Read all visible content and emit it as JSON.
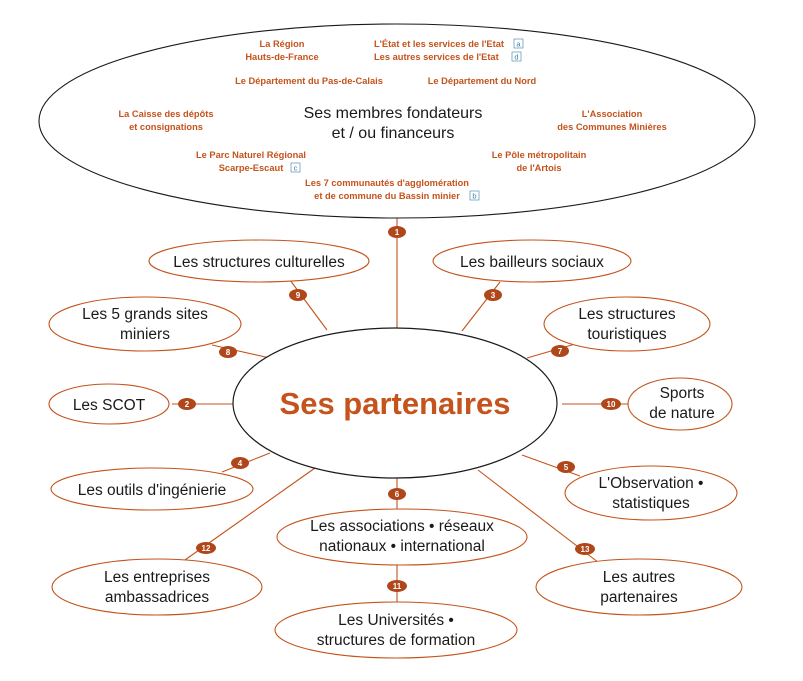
{
  "center": {
    "title": "Ses partenaires"
  },
  "founders": {
    "title_line1": "Ses membres fondateurs",
    "title_line2": "et / ou financeurs",
    "members": {
      "region_line1": "La Région",
      "region_line2": "Hauts-de-France",
      "etat_line1": "L'État et les services de l'Etat",
      "etat_line2": "Les autres services de l'Etat",
      "etat_note1": "a",
      "etat_note2": "d",
      "pas_de_calais": "Le Département du Pas-de-Calais",
      "nord": "Le Département du Nord",
      "caisse_line1": "La Caisse des dépôts",
      "caisse_line2": "et consignations",
      "acm_line1": "L'Association",
      "acm_line2": "des Communes Minières",
      "parc_line1": "Le Parc Naturel Régional",
      "parc_line2": "Scarpe-Escaut",
      "parc_note": "c",
      "pole_line1": "Le Pôle métropolitain",
      "pole_line2": "de l'Artois",
      "communautes_line1": "Les 7 communautés d'agglomération",
      "communautes_line2": "et de commune du Bassin minier",
      "communautes_note": "b"
    }
  },
  "badges": {
    "b1": "1",
    "b2": "2",
    "b3": "3",
    "b4": "4",
    "b5": "5",
    "b6": "6",
    "b7": "7",
    "b8": "8",
    "b9": "9",
    "b10": "10",
    "b11": "11",
    "b12": "12",
    "b13": "13"
  },
  "partners": {
    "culturelles": "Les structures culturelles",
    "bailleurs": "Les bailleurs sociaux",
    "grands_sites_line1": "Les 5 grands sites",
    "grands_sites_line2": "miniers",
    "touristiques_line1": "Les structures",
    "touristiques_line2": "touristiques",
    "scot": "Les SCOT",
    "sports_line1": "Sports",
    "sports_line2": "de nature",
    "outils": "Les outils d'ingénierie",
    "observation_line1": "L'Observation •",
    "observation_line2": "statistiques",
    "associations_line1": "Les associations • réseaux",
    "associations_line2": "nationaux • international",
    "entreprises_line1": "Les entreprises",
    "entreprises_line2": "ambassadrices",
    "autres_line1": "Les autres",
    "autres_line2": "partenaires",
    "universites_line1": "Les Universités •",
    "universites_line2": "structures de formation"
  },
  "colors": {
    "accent": "#c4531c",
    "badge": "#b0471b",
    "line": "#c4531c",
    "note": "#3a7fa8",
    "text": "#1a1a1a"
  }
}
